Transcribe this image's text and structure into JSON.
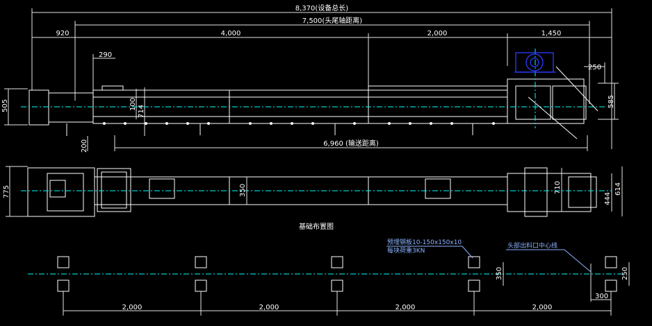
{
  "colors": {
    "background": "#000000",
    "dim": "#e6e6e6",
    "frame": "#ffffff",
    "axis": "#00ffff",
    "accent": "#2a3cff",
    "leader": "#2a3cff",
    "text": "#ffffff",
    "note": "#8cb4ff"
  },
  "dims": {
    "total_length": "8,370(设备总长)",
    "shaft_distance": "7,500(头尾轴距离)",
    "tail_offset": "920",
    "seg_4000": "4,000",
    "seg_2000": "2,000",
    "head_offset": "1,450",
    "d290": "290",
    "d250": "250",
    "d505": "505",
    "d100": "100",
    "d714": "714",
    "d585": "585",
    "d200": "200",
    "conveying_distance": "6,960 (输送距离)",
    "d775": "775",
    "d350_plan": "350",
    "d710": "710",
    "d444": "444",
    "d614": "614"
  },
  "foundation": {
    "title": "基础布置图",
    "plate_note": "预埋钢板10-150x150x10",
    "load_note": "每块荷重3KN",
    "outlet_note": "头部出料口中心线",
    "spacing": [
      "2,000",
      "2,000",
      "2,000",
      "2,000"
    ],
    "d350": "350",
    "d250": "250",
    "d300": "300"
  }
}
